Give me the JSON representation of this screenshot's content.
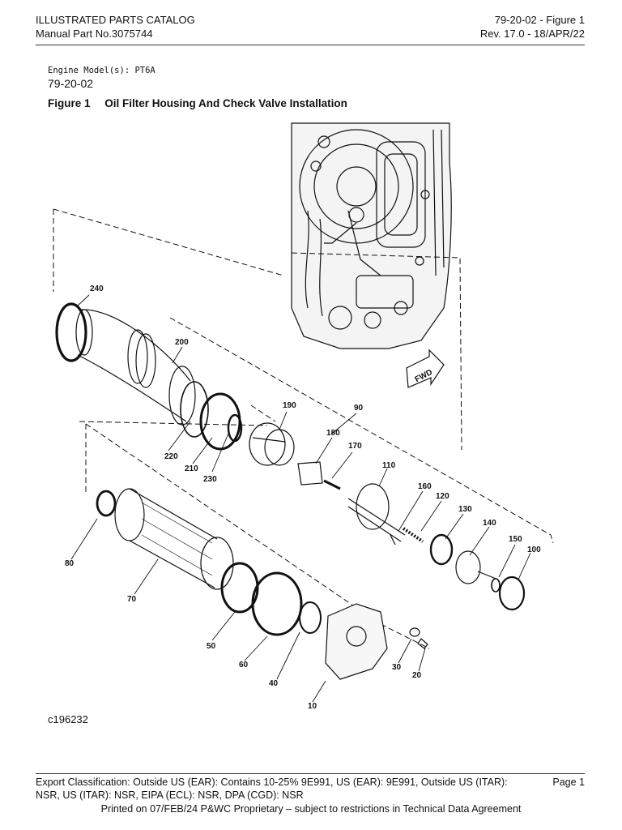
{
  "header": {
    "doc_title": "ILLUSTRATED PARTS CATALOG",
    "manual_part": "Manual Part No.3075744",
    "figure_ref": "79-20-02 - Figure 1",
    "revision": "Rev. 17.0 - 18/APR/22"
  },
  "body": {
    "engine_models": "Engine Model(s): PT6A",
    "section": "79-20-02",
    "figure_label": "Figure 1",
    "figure_title": "Oil Filter Housing And Check Valve Installation",
    "illustration_id": "c196232"
  },
  "diagram": {
    "fwd_label": "FWD",
    "callouts": [
      "240",
      "200",
      "190",
      "90",
      "180",
      "170",
      "220",
      "210",
      "230",
      "110",
      "160",
      "120",
      "130",
      "140",
      "150",
      "100",
      "80",
      "70",
      "50",
      "60",
      "40",
      "30",
      "20",
      "10"
    ]
  },
  "footer": {
    "export_classification": "Export Classification: Outside US (EAR): Contains 10-25% 9E991, US (EAR): 9E991, Outside US (ITAR): NSR, US (ITAR): NSR, EIPA (ECL): NSR, DPA (CGD): NSR",
    "page": "Page 1",
    "printed": "Printed on 07/FEB/24 P&WC Proprietary – subject to restrictions in Technical Data Agreement"
  }
}
